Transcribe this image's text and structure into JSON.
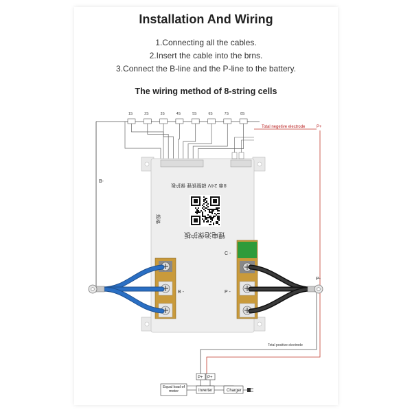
{
  "title": "Installation And Wiring",
  "steps": [
    "1.Connecting all the cables.",
    "2.Insert the cable into the brns.",
    "3.Connect the B-line and the P-line to the battery."
  ],
  "subtitle": "The wiring method of 8-string cells",
  "cells": [
    "1S",
    "2S",
    "3S",
    "4S",
    "5S",
    "6S",
    "7S",
    "8S"
  ],
  "labels": {
    "b_minus_left": "B-",
    "b_minus_terminal": "B -",
    "c_minus": "C -",
    "p_minus_terminal": "P -",
    "p_minus_right": "P-",
    "total_negative": "Total negetive electrode",
    "p_plus_top": "P+",
    "total_positive": "Total positive electrode",
    "p_plus_left": "P+",
    "p_plus_right": "P+"
  },
  "boxes": {
    "load": "Equal load of motor",
    "inverter": "Inverter",
    "charger": "Charger"
  },
  "board_text": {
    "chinese_main": "锂电池保护板",
    "chinese_side": "规格",
    "model": "8串 24V 磷酸铁锂 保护板"
  },
  "colors": {
    "wire_blue": "#2a6fc4",
    "wire_black": "#2a2a2a",
    "wire_red": "#c0392b",
    "board": "#eeeeee",
    "terminal_block": "#c99a3b",
    "terminal_green": "#2e9b3a"
  }
}
